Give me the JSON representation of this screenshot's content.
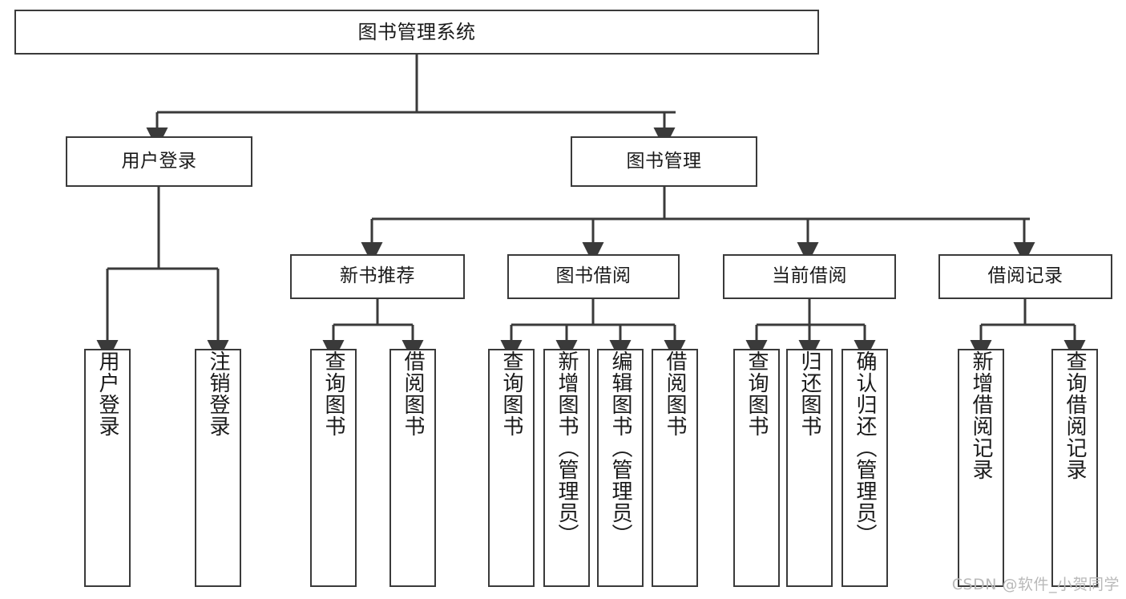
{
  "diagram": {
    "title": "图书管理系统",
    "type": "hierarchy-tree",
    "colors": {
      "box_border": "#3a3a3a",
      "box_fill": "#ffffff",
      "connector": "#3a3a3a",
      "text": "#1a1a1a",
      "watermark": "#b9b9b9"
    },
    "root": {
      "label": "图书管理系统"
    },
    "level2": [
      {
        "label": "用户登录"
      },
      {
        "label": "图书管理"
      }
    ],
    "level3": [
      {
        "label": "新书推荐"
      },
      {
        "label": "图书借阅"
      },
      {
        "label": "当前借阅"
      },
      {
        "label": "借阅记录"
      }
    ],
    "leaves": {
      "user_login": [
        {
          "label": "用户登录"
        },
        {
          "label": "注销登录"
        }
      ],
      "new_book": [
        {
          "label": "查询图书"
        },
        {
          "label": "借阅图书"
        }
      ],
      "book_borrow": [
        {
          "label": "查询图书"
        },
        {
          "label": "新增图书（管理员）"
        },
        {
          "label": "编辑图书（管理员）"
        },
        {
          "label": "借阅图书"
        }
      ],
      "current_borrow": [
        {
          "label": "查询图书"
        },
        {
          "label": "归还图书"
        },
        {
          "label": "确认归还（管理员）"
        }
      ],
      "borrow_record": [
        {
          "label": "新增借阅记录"
        },
        {
          "label": "查询借阅记录"
        }
      ]
    }
  },
  "watermark": {
    "text": "CSDN @软件_小贺同学"
  }
}
